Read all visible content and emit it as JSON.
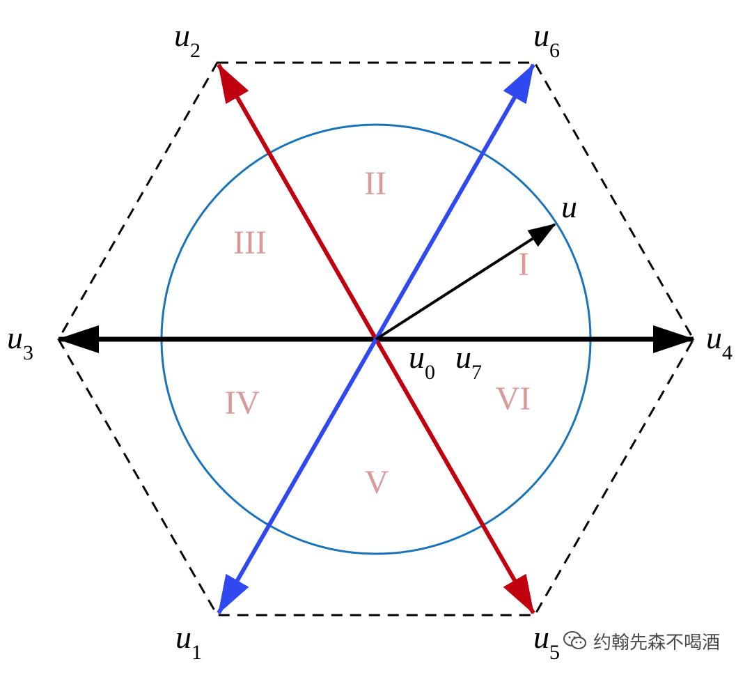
{
  "diagram": {
    "vectors": [
      {
        "id": "u1",
        "base": "u",
        "sub": "1"
      },
      {
        "id": "u2",
        "base": "u",
        "sub": "2"
      },
      {
        "id": "u3",
        "base": "u",
        "sub": "3"
      },
      {
        "id": "u4",
        "base": "u",
        "sub": "4"
      },
      {
        "id": "u5",
        "base": "u",
        "sub": "5"
      },
      {
        "id": "u6",
        "base": "u",
        "sub": "6"
      }
    ],
    "origin_labels": [
      {
        "id": "u0",
        "base": "u",
        "sub": "0"
      },
      {
        "id": "u7",
        "base": "u",
        "sub": "7"
      }
    ],
    "reference_vector": {
      "label": "u"
    },
    "sectors": [
      "I",
      "II",
      "III",
      "IV",
      "V",
      "VI"
    ]
  },
  "watermark": {
    "text": "约翰先森不喝酒"
  },
  "colors": {
    "hexagon": "#000000",
    "circle": "#1a73b8",
    "red_axis": "#c00010",
    "blue_axis": "#2f48f0",
    "black_axis": "#000000",
    "sector_text": "#d89a98",
    "watermark": "#4a4a4a"
  }
}
